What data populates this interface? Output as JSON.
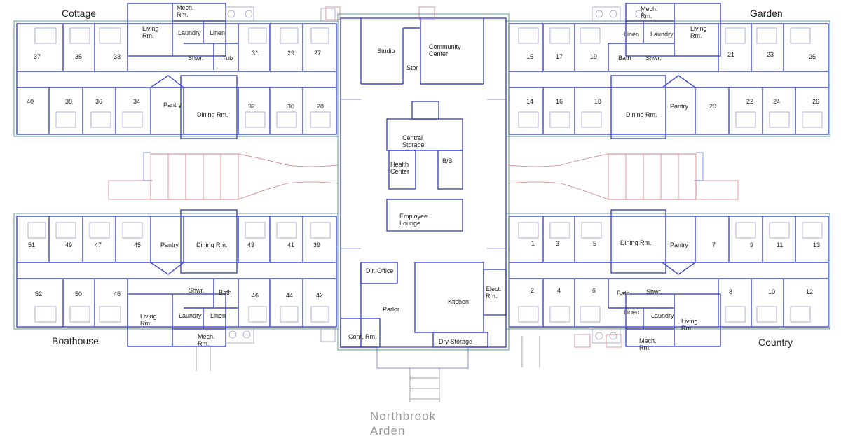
{
  "facility": {
    "name_line1": "Northbrook",
    "name_line2": "Arden"
  },
  "wings": {
    "cottage": "Cottage",
    "garden": "Garden",
    "boathouse": "Boathouse",
    "country": "Country"
  },
  "rooms": {
    "cottage": {
      "top_numbers": [
        "37",
        "35",
        "33",
        "31",
        "29",
        "27"
      ],
      "bottom_numbers": [
        "40",
        "38",
        "36",
        "34",
        "32",
        "30",
        "28"
      ],
      "living": "Living Rm.",
      "mech": "Mech. Rm.",
      "laundry": "Laundry",
      "linen": "Linen",
      "shower": "Shwr.",
      "tub": "Tub",
      "pantry": "Pantry",
      "dining": "Dining Rm."
    },
    "garden": {
      "top_numbers": [
        "15",
        "17",
        "19",
        "21",
        "23",
        "25"
      ],
      "bottom_numbers": [
        "14",
        "16",
        "18",
        "20",
        "22",
        "24",
        "26"
      ],
      "mech": "Mech. Rm.",
      "living": "Living Rm.",
      "linen": "Linen",
      "laundry": "Laundry",
      "bath": "Bath",
      "shower": "Shwr.",
      "dining": "Dining Rm.",
      "pantry": "Pantry"
    },
    "boathouse": {
      "top_numbers": [
        "51",
        "49",
        "47",
        "45",
        "43",
        "41",
        "39"
      ],
      "bottom_numbers": [
        "52",
        "50",
        "48",
        "46",
        "44",
        "42"
      ],
      "pantry": "Pantry",
      "dining": "Dining Rm.",
      "living": "Living Rm.",
      "laundry": "Laundry",
      "shower": "Shwr.",
      "bath": "Bath",
      "linen": "Linen",
      "mech": "Mech. Rm."
    },
    "country": {
      "top_numbers": [
        "1",
        "3",
        "5",
        "7",
        "9",
        "11",
        "13"
      ],
      "bottom_numbers": [
        "2",
        "4",
        "6",
        "8",
        "10",
        "12"
      ],
      "dining": "Dining Rm.",
      "pantry": "Pantry",
      "bath": "Bath",
      "shower": "Shwr.",
      "linen": "Linen",
      "laundry": "Laundry",
      "living": "Living Rm.",
      "mech": "Mech. Rm."
    },
    "core": {
      "studio": "Studio",
      "stor": "Stor",
      "community": "Community Center",
      "central_storage": "Central Storage",
      "health_center": "Health Center",
      "bb": "B/B",
      "employee_lounge": "Employee Lounge",
      "dir_office": "Dir. Office",
      "parlor": "Parlor",
      "kitchen": "Kitchen",
      "elect": "Elect. Rm.",
      "conf": "Conf. Rm.",
      "dry_storage": "Dry Storage"
    }
  }
}
